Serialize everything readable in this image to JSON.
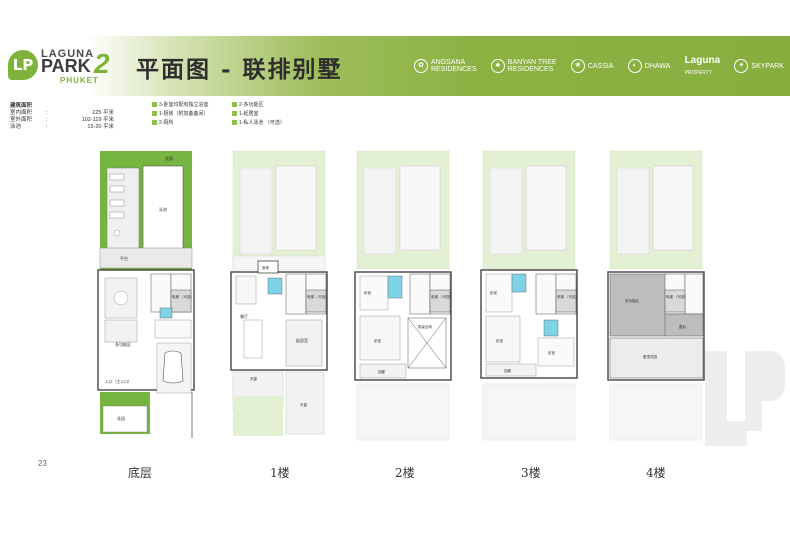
{
  "logo": {
    "laguna": "LAGUNA",
    "park": "PARK",
    "num": "2",
    "phuket": "PHUKET",
    "badge": "LP"
  },
  "title": "平面图 - 联排别墅",
  "brands": [
    {
      "name": "ANGSANA",
      "sub": "RESIDENCES"
    },
    {
      "name": "BANYAN TREE",
      "sub": "RESIDENCES"
    },
    {
      "name": "CASSIA",
      "sub": ""
    },
    {
      "name": "DHAWA",
      "sub": ""
    },
    {
      "name": "Laguna",
      "sub": "PROPERTY"
    },
    {
      "name": "SKYPARK",
      "sub": ""
    }
  ],
  "stats": {
    "heading": "建筑面积",
    "rows": [
      {
        "label": "室内面积",
        "sep": ":",
        "value": "225 平米"
      },
      {
        "label": "室外面积",
        "sep": ":",
        "value": "102-119 平米"
      },
      {
        "label": "泳池",
        "sep": ":",
        "value": "15-20 平米"
      }
    ]
  },
  "legend": [
    "3-卧室均配有独立浴室",
    "2-多功能区",
    "1-厨房（附加备备间）",
    "1-起居室",
    "2-厕所",
    "1-私人泳池 （可选）"
  ],
  "rooms": {
    "garden": "花园",
    "pool": "泳池",
    "platform": "平台",
    "multi": "多功能区",
    "entrance": "入口（主入口）",
    "elevator": "电梯\n（可选）",
    "kitchen": "厨房",
    "dining": "餐厅",
    "living": "起居室",
    "sky": "天窗",
    "bedroom": "卧室",
    "bath": "浴室",
    "corridor": "回廊",
    "void": "挑高空间",
    "terrace": "露台",
    "storage": "储藏间",
    "balcony": "屋顶花园"
  },
  "floors": [
    "底层",
    "1楼",
    "2楼",
    "3楼",
    "4楼"
  ],
  "page_number": "23",
  "colors": {
    "green": "#8bb243",
    "lawn": "#76b640",
    "pool": "#ffffff",
    "wall": "#4a4a4a",
    "bath": "#7fd3e8"
  }
}
